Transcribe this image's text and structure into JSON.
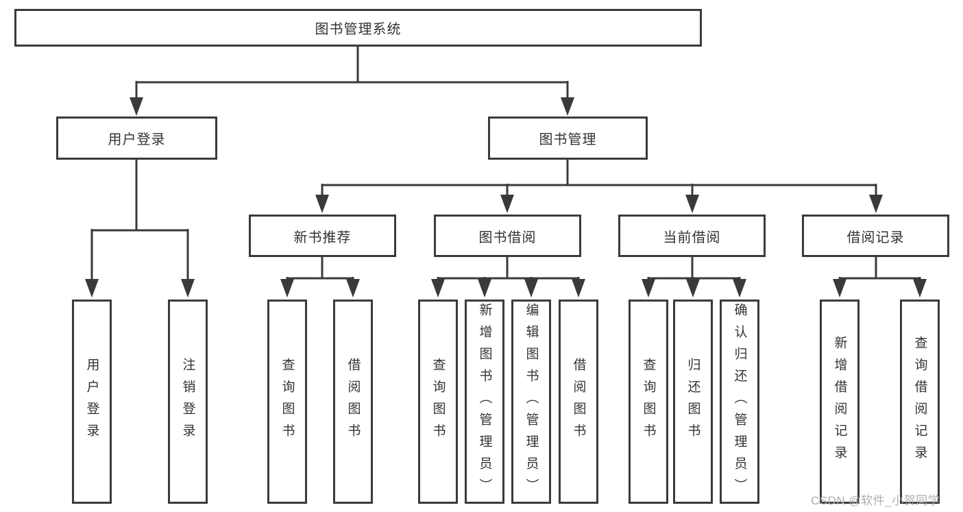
{
  "colors": {
    "background": "#ffffff",
    "line": "#3a3a3a",
    "box_border": "#3a3a3a",
    "text": "#333333",
    "watermark": "#aeaeae"
  },
  "diagram": {
    "root": {
      "label": "图书管理系统"
    },
    "level2": [
      {
        "label": "用户登录"
      },
      {
        "label": "图书管理"
      }
    ],
    "level3": [
      {
        "label": "新书推荐"
      },
      {
        "label": "图书借阅"
      },
      {
        "label": "当前借阅"
      },
      {
        "label": "借阅记录"
      }
    ],
    "leaves": {
      "user_login": [
        {
          "label": "用户登录"
        },
        {
          "label": "注销登录"
        }
      ],
      "new_books": [
        {
          "label": "查询图书"
        },
        {
          "label": "借阅图书"
        }
      ],
      "book_borrow": [
        {
          "label": "查询图书"
        },
        {
          "label": "新增图书（管理员）"
        },
        {
          "label": "编辑图书（管理员）"
        },
        {
          "label": "借阅图书"
        }
      ],
      "current_borrow": [
        {
          "label": "查询图书"
        },
        {
          "label": "归还图书"
        },
        {
          "label": "确认归还（管理员）"
        }
      ],
      "borrow_records": [
        {
          "label": "新增借阅记录"
        },
        {
          "label": "查询借阅记录"
        }
      ]
    }
  },
  "watermark": {
    "text": "CSDN @软件_小贺同学"
  }
}
